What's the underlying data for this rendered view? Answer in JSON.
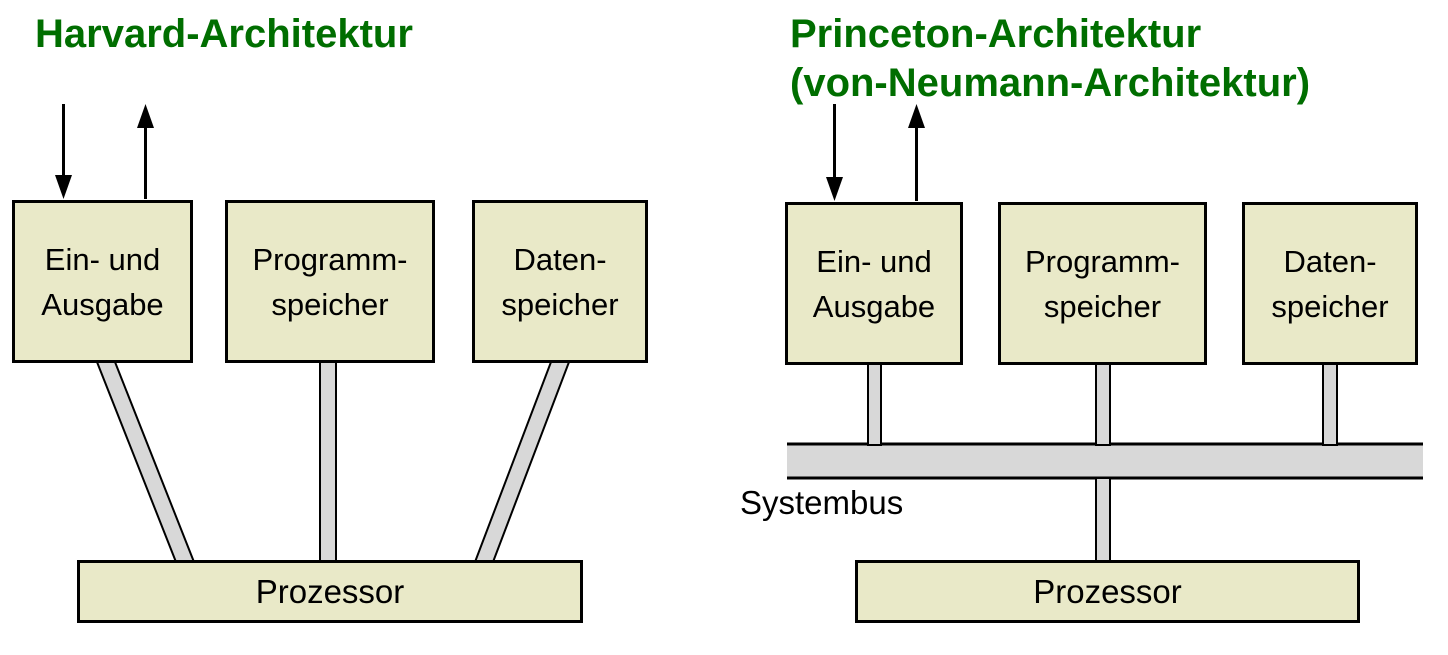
{
  "colors": {
    "title_green": "#006e00",
    "box_fill": "#e9e9c8",
    "box_border": "#000000",
    "connector_gray": "#d8d8d8",
    "arrow_black": "#000000"
  },
  "harvard": {
    "title": "Harvard-Architektur",
    "boxes": [
      {
        "line1": "Ein- und",
        "line2": "Ausgabe"
      },
      {
        "line1": "Programm-",
        "line2": "speicher"
      },
      {
        "line1": "Daten-",
        "line2": "speicher"
      }
    ],
    "processor_label": "Prozessor"
  },
  "princeton": {
    "title_line1": "Princeton-Architektur",
    "title_line2": "(von-Neumann-Architektur)",
    "boxes": [
      {
        "line1": "Ein- und",
        "line2": "Ausgabe"
      },
      {
        "line1": "Programm-",
        "line2": "speicher"
      },
      {
        "line1": "Daten-",
        "line2": "speicher"
      }
    ],
    "bus_label": "Systembus",
    "processor_label": "Prozessor"
  }
}
